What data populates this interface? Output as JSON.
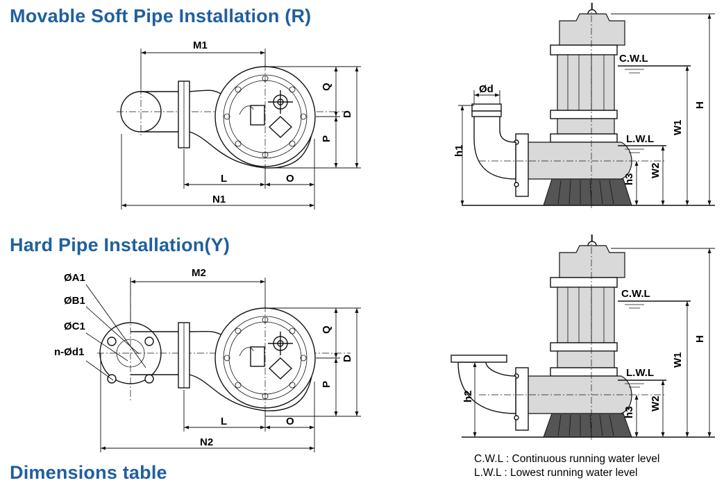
{
  "headings": {
    "soft_pipe": "Movable Soft Pipe Installation (R)",
    "hard_pipe": "Hard Pipe Installation(Y)",
    "table": "Dimensions table"
  },
  "colors": {
    "heading": "#1f5f9e",
    "line": "#111111"
  },
  "top_plan_labels": {
    "m1": "M1",
    "q": "Q",
    "d": "D",
    "p": "P",
    "l": "L",
    "o": "O",
    "n1": "N1"
  },
  "bottom_plan_labels": {
    "a1": "ØA1",
    "b1": "ØB1",
    "c1": "ØC1",
    "nd1": "n-Ød1",
    "m2": "M2",
    "q": "Q",
    "d": "D",
    "p": "P",
    "l": "L",
    "o": "O",
    "n2": "N2"
  },
  "top_side_labels": {
    "od": "Ød",
    "h1": "h1",
    "cwl": "C.W.L",
    "lwl": "L.W.L",
    "h": "H",
    "w1": "W1",
    "w2": "W2",
    "h3": "h3"
  },
  "bottom_side_labels": {
    "h2": "h2",
    "cwl": "C.W.L",
    "lwl": "L.W.L",
    "h": "H",
    "w1": "W1",
    "w2": "W2",
    "h3": "h3"
  },
  "legend": {
    "cwl": "C.W.L : Continuous running water level",
    "lwl": "L.W.L :  Lowest running water level"
  }
}
